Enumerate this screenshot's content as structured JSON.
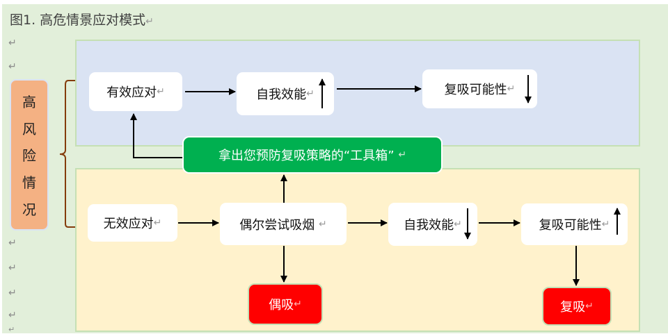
{
  "title": "图1. 高危情景应对模式",
  "paragraph_mark": "↵",
  "left_label": {
    "chars": [
      "高",
      "风",
      "险",
      "情",
      "况"
    ]
  },
  "colors": {
    "page_bg": "#e2efda",
    "positive_panel": "#dae3f3",
    "negative_panel": "#fff2cc",
    "situation_box": "#f4b183",
    "toolbox": "#00b050",
    "relapse": "#ff0000"
  },
  "positive_path": {
    "coping": "有效应对",
    "self_efficacy": "自我效能",
    "self_efficacy_trend": "up",
    "relapse_likelihood": "复吸可能性",
    "relapse_likelihood_trend": "down"
  },
  "toolbox": {
    "label": "拿出您预防复吸策略的“工具箱”"
  },
  "negative_path": {
    "coping": "无效应对",
    "lapse_attempt": "偶尔尝试吸烟",
    "self_efficacy": "自我效能",
    "self_efficacy_trend": "down",
    "relapse_likelihood": "复吸可能性",
    "relapse_likelihood_trend": "up",
    "lapse": "偶吸",
    "relapse": "复吸"
  }
}
